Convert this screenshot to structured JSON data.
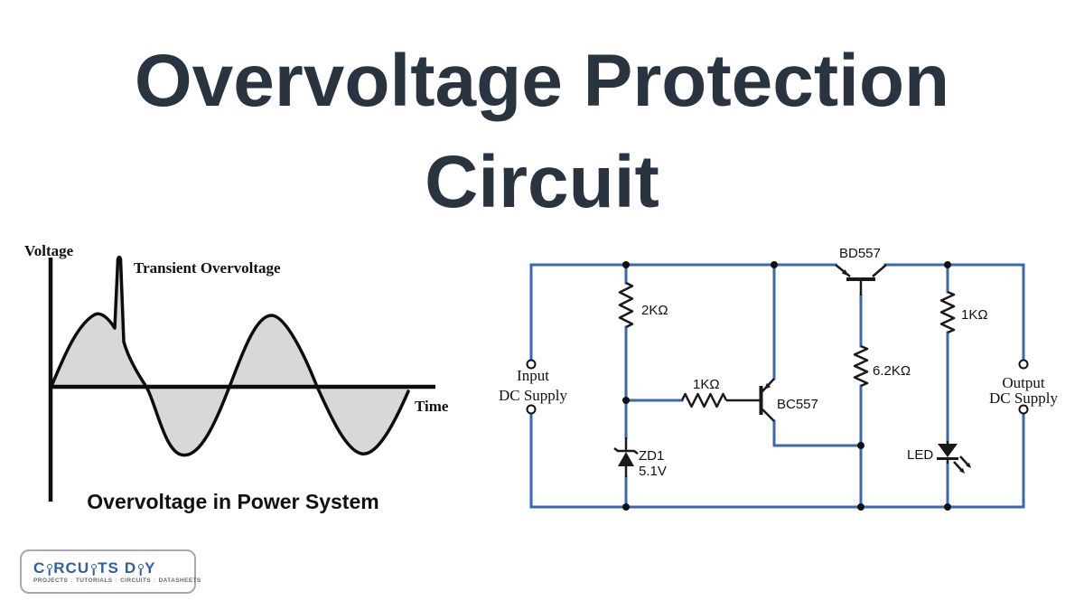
{
  "title": {
    "line1": "Overvoltage Protection",
    "line2": "Circuit",
    "color": "#2a3440"
  },
  "waveform_panel": {
    "y_axis_label": "Voltage",
    "x_axis_label": "Time",
    "annotation": "Transient Overvoltage",
    "caption": "Overvoltage in Power System"
  },
  "circuit_panel": {
    "wire_color": "#3767b5",
    "labels": {
      "r_2k": "2KΩ",
      "r_1k_base": "1KΩ",
      "r_6k2": "6.2KΩ",
      "r_1k_led": "1KΩ",
      "q_bd557": "BD557",
      "q_bc557": "BC557",
      "zener_ref": "ZD1",
      "zener_value": "5.1V",
      "led": "LED",
      "input_title": "Input",
      "input_subtitle": "DC Supply",
      "output_title": "Output",
      "output_subtitle": "DC Supply"
    }
  },
  "logo": {
    "brand_name": "CIRCUITS DIY",
    "brand": {
      "p1": "C",
      "p2": "RCU",
      "p3": "TS",
      "p4": "D",
      "p5": "Y"
    },
    "tagline": [
      "PROJECTS",
      "TUTORIALS",
      "CIRCUITS",
      "DATASHEETS"
    ],
    "colors": {
      "blue": "#2d5fa6",
      "gray": "#8f9296"
    }
  }
}
